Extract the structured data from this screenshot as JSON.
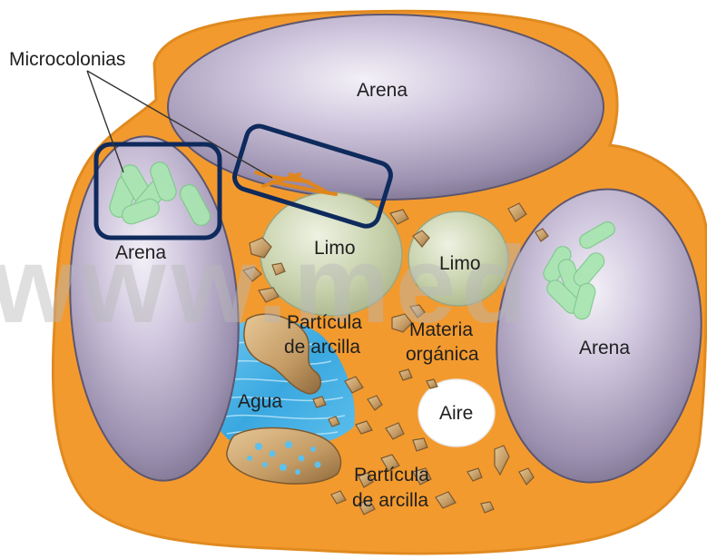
{
  "labels": {
    "microcolonias": "Microcolonias",
    "arena_top": "Arena",
    "arena_left": "Arena",
    "arena_right": "Arena",
    "limo_center": "Limo",
    "limo_right": "Limo",
    "particula_1_line1": "Partícula",
    "particula_1_line2": "de arcilla",
    "materia_line1": "Materia",
    "materia_line2": "orgánica",
    "agua": "Agua",
    "aire": "Aire",
    "particula_2_line1": "Partícula",
    "particula_2_line2": "de arcilla"
  },
  "watermark": "www.med",
  "colors": {
    "soil_matrix": "#f5a13a",
    "sand_grain": "#bdb3cf",
    "silt": "#c9d3b0",
    "water": "#4bb3e6",
    "air": "#ffffff",
    "clay": "#c9a06a",
    "microcolony": "#a8e6b0",
    "highlight_box": "#0f2a5c"
  }
}
